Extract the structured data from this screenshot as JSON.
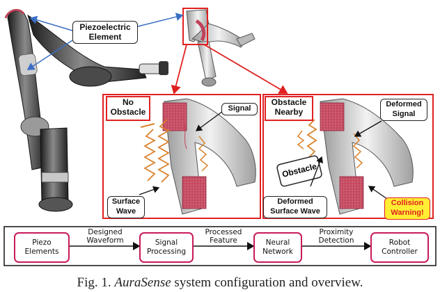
{
  "callouts": {
    "piezo_element": [
      "Piezoelectric",
      "Element"
    ],
    "signal": "Signal",
    "deformed_signal": [
      "Deformed",
      "Signal"
    ],
    "surface_wave": [
      "Surface",
      "Wave"
    ],
    "deformed_surface_wave": [
      "Deformed",
      "Surface Wave"
    ],
    "obstacle": "Obstacle",
    "collision_warning": [
      "Collision",
      "Warning!"
    ]
  },
  "panels": {
    "no_obstacle": [
      "No",
      "Obstacle"
    ],
    "obstacle_nearby": [
      "Obstacle",
      "Nearby"
    ]
  },
  "pipeline": {
    "boxes": [
      [
        "Piezo",
        "Elements"
      ],
      [
        "Signal",
        "Processing"
      ],
      [
        "Neural",
        "Network"
      ],
      [
        "Robot",
        "Controller"
      ]
    ],
    "arrow_labels": [
      [
        "Designed",
        "Waveform"
      ],
      [
        "Processed",
        "Feature"
      ],
      [
        "Proximity",
        "Detection"
      ]
    ]
  },
  "caption": {
    "prefix": "Fig. 1.",
    "name": "AuraSense",
    "suffix": "system configuration and overview."
  },
  "colors": {
    "red_frame": "#e02020",
    "pipeline_border": "#c8195a",
    "wave": "#d9822b",
    "piezo_patch": "#c0435a",
    "warning_fill": "#ffee33"
  }
}
